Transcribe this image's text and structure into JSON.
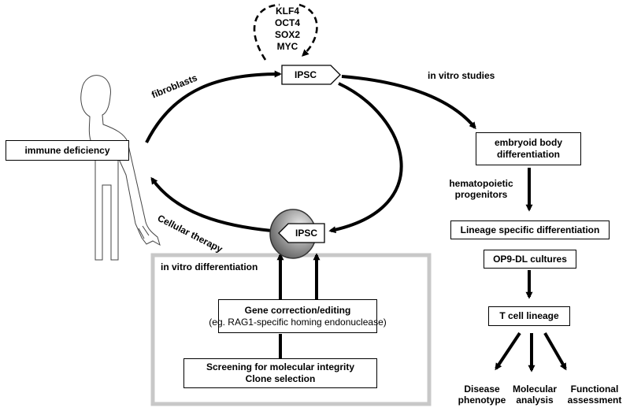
{
  "factors": [
    "KLF4",
    "OCT4",
    "SOX2",
    "MYC"
  ],
  "ipsc_top": "IPSC",
  "ipsc_mid": "IPSC",
  "labels": {
    "fibroblasts": "fibroblasts",
    "cellular_therapy": "Cellular therapy",
    "in_vitro_studies": "in vitro studies",
    "in_vitro_differentiation": "in vitro differentiation",
    "hematopoietic": [
      "hematopoietic",
      "progenitors"
    ]
  },
  "boxes": {
    "immune_deficiency": "immune deficiency",
    "embryoid_body": [
      "embryoid body",
      "differentiation"
    ],
    "lineage_specific": "Lineage specific differentiation",
    "op9": "OP9-DL cultures",
    "t_cell": "T cell lineage",
    "gene_correction": [
      "Gene correction/editing",
      "(eg. RAG1-specific homing endonuclease)"
    ],
    "screening": [
      "Screening for molecular integrity",
      "Clone selection"
    ]
  },
  "outcomes": [
    [
      "Disease",
      "phenotype"
    ],
    [
      "Molecular",
      "analysis"
    ],
    [
      "Functional",
      "assessment"
    ]
  ],
  "colors": {
    "line": "#000000",
    "panel_border": "#c8c8c8",
    "cell_dark": "#555555",
    "cell_light": "#e6e6e6"
  }
}
